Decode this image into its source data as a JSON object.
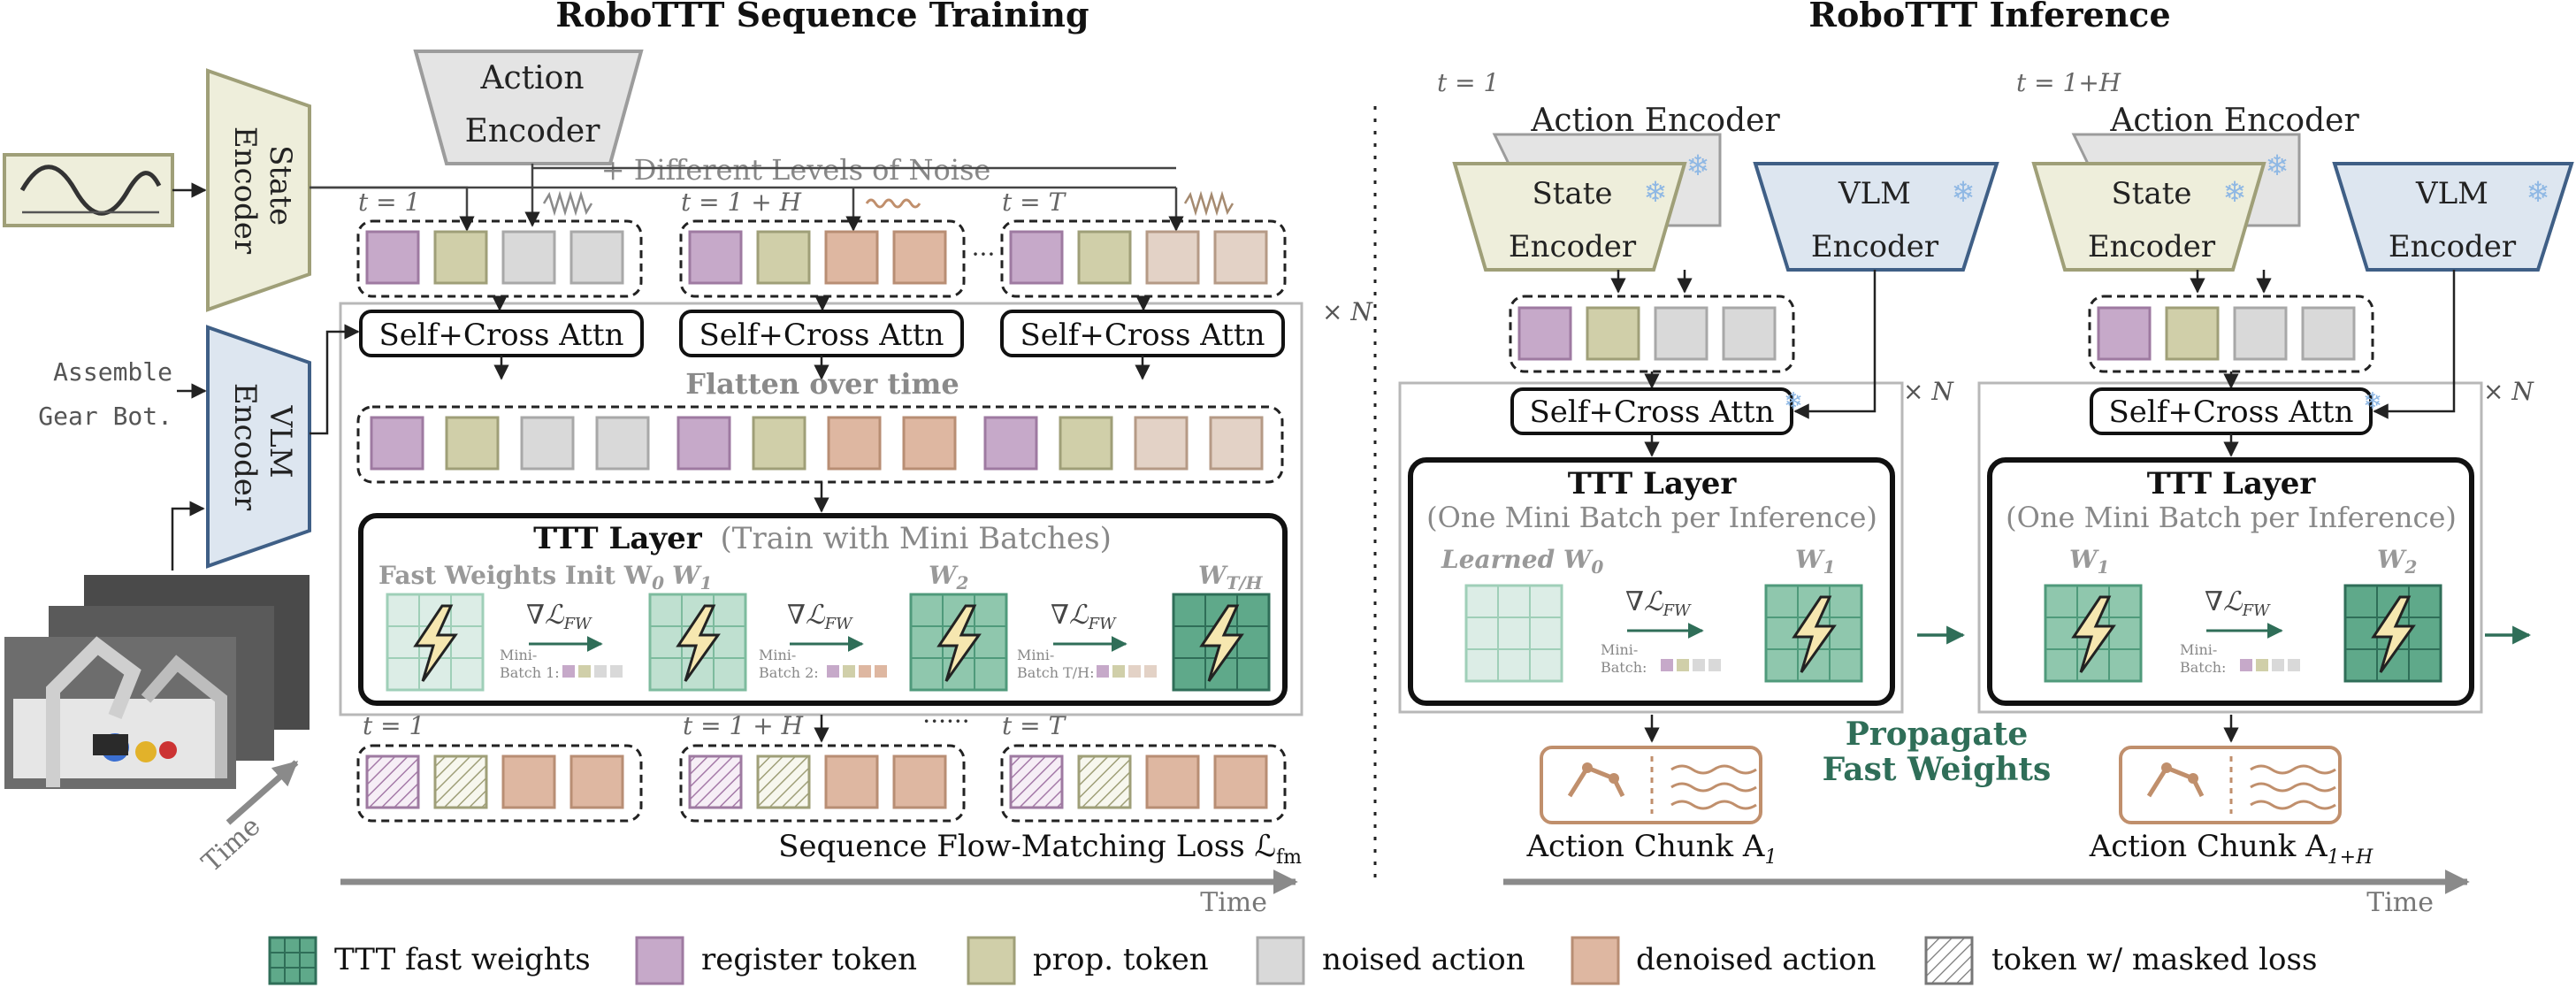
{
  "colors": {
    "register": "#c6a9c9",
    "prop": "#d0cfa9",
    "noised": "#d9d9d9",
    "denoised": "#deb7a1",
    "vlm_fill": "#dde6f0",
    "vlm_stroke": "#3f5f86",
    "state_fill": "#eeeedb",
    "state_stroke": "#9f9f78",
    "weights_light": "#dcede6",
    "weights_mid": "#9fcfb8",
    "weights_dark": "#5fa98a",
    "weights_stroke": "#2f6e58",
    "arrow_green": "#2f6e58",
    "orange_stroke": "#c08f6c"
  },
  "icons": [
    "sine-wave-icon",
    "snowflake-icon",
    "lightning-icon",
    "robot-arm-icon",
    "action-wave-icon"
  ],
  "left": {
    "title": "RoboTTT Sequence Training",
    "state_encoder": [
      "State",
      "Encoder"
    ],
    "action_encoder": [
      "Action",
      "Encoder"
    ],
    "vlm_encoder": [
      "VLM",
      "Encoder"
    ],
    "instruction": [
      "Assemble",
      "Gear Bot."
    ],
    "noise_label": "+ Different Levels of Noise",
    "t_labels": [
      "t = 1",
      "t = 1 + H",
      "t = T"
    ],
    "ellipsis": "···",
    "attn": "Self+Cross Attn",
    "flatten": "Flatten over time",
    "repeat": "× N",
    "ttt_title": "TTT Layer",
    "ttt_sub": "(Train with Mini Batches)",
    "init_label": "Fast Weights Init W",
    "init_sub": "0",
    "weights": [
      {
        "label": "W",
        "sub": "1"
      },
      {
        "label": "W",
        "sub": "2"
      },
      {
        "label": "W",
        "sub": "T/H"
      }
    ],
    "grad": "∇ℒ",
    "grad_sub": "FW",
    "minibatch": [
      {
        "line1": "Mini-",
        "line2": "Batch 1:"
      },
      {
        "line1": "Mini-",
        "line2": "Batch 2:"
      },
      {
        "line1": "Mini-",
        "line2": "Batch T/H:"
      }
    ],
    "bottom_t_labels": [
      "t = 1",
      "t = 1 + H",
      "t = T"
    ],
    "bottom_ellipsis": "······",
    "loss_label": "Sequence Flow-Matching Loss ℒ",
    "loss_sub": "fm",
    "time_axis": "Time",
    "time_arrow": "Time"
  },
  "right": {
    "title": "RoboTTT Inference",
    "panels": [
      {
        "t_label": "t = 1",
        "action_encoder": "Action Encoder",
        "state_encoder": [
          "State",
          "Encoder"
        ],
        "vlm_encoder": [
          "VLM",
          "Encoder"
        ],
        "attn": "Self+Cross Attn",
        "repeat": "× N",
        "ttt_title": "TTT Layer",
        "ttt_sub": "(One Mini Batch per Inference)",
        "w_in": "Learned W",
        "w_in_sub": "0",
        "w_out": "W",
        "w_out_sub": "1",
        "grad": "∇ℒ",
        "grad_sub": "FW",
        "mb1": "Mini-",
        "mb2": "Batch:",
        "chunk": "Action Chunk A",
        "chunk_sub": "1"
      },
      {
        "t_label": "t = 1+H",
        "action_encoder": "Action Encoder",
        "state_encoder": [
          "State",
          "Encoder"
        ],
        "vlm_encoder": [
          "VLM",
          "Encoder"
        ],
        "attn": "Self+Cross Attn",
        "repeat": "× N",
        "ttt_title": "TTT Layer",
        "ttt_sub": "(One Mini Batch per Inference)",
        "w_in": "W",
        "w_in_sub": "1",
        "w_out": "W",
        "w_out_sub": "2",
        "grad": "∇ℒ",
        "grad_sub": "FW",
        "mb1": "Mini-",
        "mb2": "Batch:",
        "chunk": "Action Chunk A",
        "chunk_sub": "1+H"
      }
    ],
    "propagate": [
      "Propagate",
      "Fast Weights"
    ],
    "time_axis": "Time"
  },
  "legend": [
    {
      "key": "fast",
      "label": "TTT fast weights"
    },
    {
      "key": "register",
      "label": "register token"
    },
    {
      "key": "prop",
      "label": "prop. token"
    },
    {
      "key": "noised",
      "label": "noised action"
    },
    {
      "key": "denoised",
      "label": "denoised action"
    },
    {
      "key": "masked",
      "label": "token w/ masked loss"
    }
  ]
}
